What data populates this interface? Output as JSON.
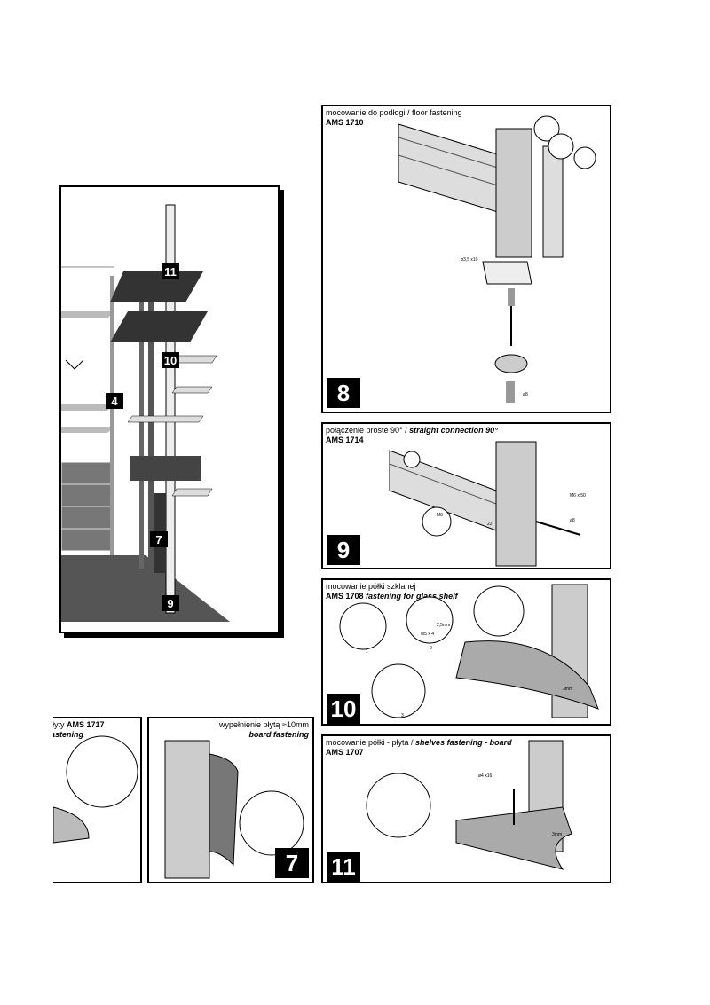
{
  "panels": {
    "overview": {
      "labels": [
        "11",
        "10",
        "4",
        "7",
        "9"
      ]
    },
    "p8": {
      "title": "mocowanie do podłogi / floor fastening",
      "code": "AMS 1710",
      "number": "8",
      "notes": [
        "ø3,5 x10",
        "ø8"
      ]
    },
    "p9": {
      "title_pl": "połączenie proste 90° / ",
      "title_en": "straight connection 90°",
      "code": "AMS 1714",
      "number": "9",
      "notes": [
        "M6 x 50",
        "ø8",
        "M6",
        "22"
      ]
    },
    "p10": {
      "title": "mocowanie półki szklanej",
      "code": "AMS 1708",
      "title_en": "fastening for glass shelf",
      "number": "10",
      "notes": [
        "2,5mm",
        "M5 x 4",
        "1",
        "2",
        "3",
        "3mm"
      ]
    },
    "p_left": {
      "title_pl": "płyty ",
      "code": "AMS 1717",
      "title_en": "fastening"
    },
    "p7": {
      "title_pl": "wypełnienie płytą ≈10mm",
      "title_en": "board fastening",
      "number": "7"
    },
    "p11": {
      "title_pl": "mocowanie półki - płyta / ",
      "title_en": "shelves fastening - board",
      "code": "AMS 1707",
      "number": "11",
      "notes": [
        "ø4 x16",
        "3mm"
      ]
    }
  }
}
